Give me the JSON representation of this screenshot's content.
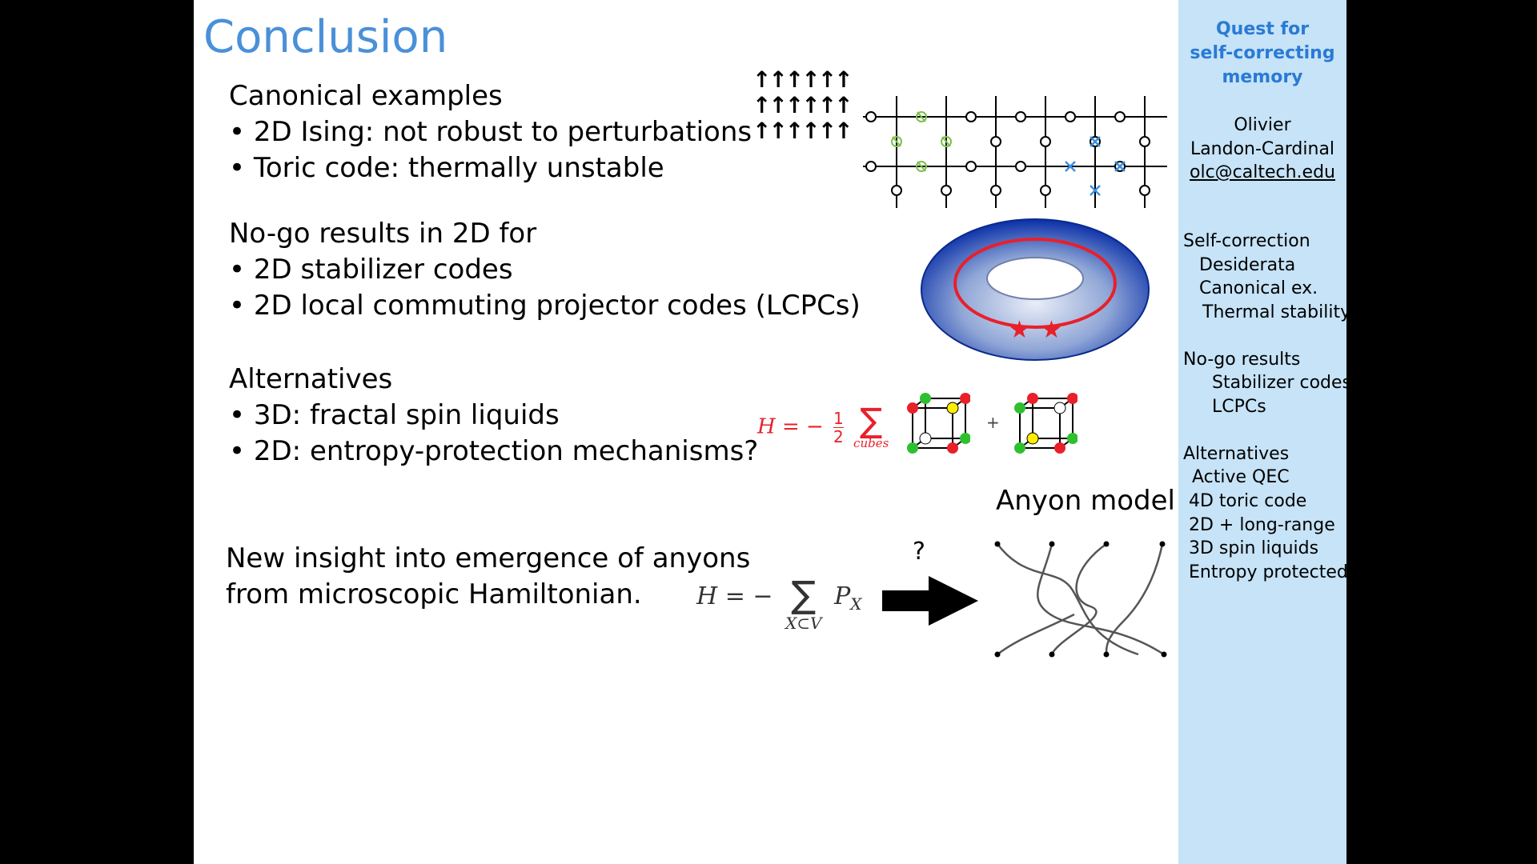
{
  "slide": {
    "title": "Conclusion",
    "sec1": {
      "heading": "Canonical examples",
      "bullets": [
        "• 2D Ising: not robust to perturbations",
        "• Toric code: thermally unstable"
      ]
    },
    "sec2": {
      "heading": "No-go results in 2D for",
      "bullets": [
        "• 2D stabilizer codes",
        "• 2D local commuting projector codes (LCPCs)"
      ]
    },
    "sec3": {
      "heading": "Alternatives",
      "bullets": [
        "• 3D: fractal spin liquids",
        "• 2D: entropy-protection mechanisms?"
      ]
    },
    "sec4": {
      "line1": "New insight into emergence of anyons",
      "line2": "from microscopic Hamiltonian."
    },
    "anyon_label": "Anyon model",
    "question_mark": "?",
    "cubes_eq": {
      "lhs": "H = −",
      "num": "1",
      "den": "2",
      "sum": "∑",
      "sub": "cubes",
      "plus": "+"
    },
    "proj_eq": {
      "lhs": "H = −",
      "sum": "∑",
      "term": "P",
      "term_sub": "X",
      "sub": "X⊂V"
    },
    "ising_arrows": "↑↑↑↑↑↑"
  },
  "sidebar": {
    "title_lines": [
      "Quest for",
      "self-correcting",
      "memory"
    ],
    "author_lines": [
      "Olivier",
      "Landon-Cardinal"
    ],
    "email": "olc@caltech.edu",
    "toc": [
      {
        "text": "Self-correction",
        "indent": 0
      },
      {
        "text": "Desiderata",
        "indent": 1
      },
      {
        "text": "Canonical ex.",
        "indent": 1
      },
      {
        "text": "Thermal stability",
        "indent": 2
      },
      {
        "text": "No-go results",
        "indent": 0
      },
      {
        "text": "Stabilizer codes",
        "indent": 3
      },
      {
        "text": "LCPCs",
        "indent": 3
      },
      {
        "text": "Alternatives",
        "indent": 0
      },
      {
        "text": "Active QEC",
        "indent": 1
      },
      {
        "text": "4D toric code",
        "indent": 1
      },
      {
        "text": "2D + long-range",
        "indent": 1
      },
      {
        "text": "3D spin liquids",
        "indent": 1
      },
      {
        "text": "Entropy protected",
        "indent": 1
      }
    ]
  },
  "colors": {
    "title": "#4a90d9",
    "sidebar_bg": "#c6e3f7",
    "accent_red": "#e8202a",
    "cube_green": "#2ec02e",
    "cube_yellow": "#ffee00",
    "z_green": "#7cc04a",
    "x_blue": "#3a8fe0"
  }
}
